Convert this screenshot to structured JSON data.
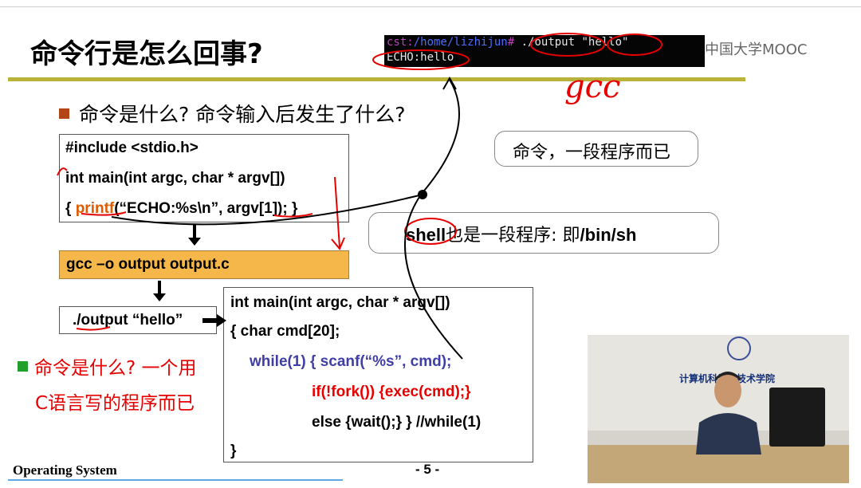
{
  "slide": {
    "title": "命令行是怎么回事?",
    "watermark": "中国大学MOOC",
    "footer": "Operating System",
    "page_number": "- 5 -"
  },
  "terminal": {
    "line1_prompt_a": "cst:",
    "line1_prompt_b": "/home/lizhijun",
    "line1_hash": "#",
    "line1_cmd": " ./output \"hello\"",
    "line2": "ECHO:hello"
  },
  "bullets": {
    "q1": "命令是什么? 命令输入后发生了什么?",
    "q2_line1": "命令是什么? 一个用",
    "q2_line2": "C语言写的程序而已"
  },
  "code": {
    "line1": "#include <stdio.h>",
    "line2": "int main(int argc, char * argv[])",
    "line3_a": "{  ",
    "line3_b": "printf",
    "line3_c": "(“ECHO:%s\\n”, argv[1]); }"
  },
  "compile": {
    "command": "gcc –o output output.c"
  },
  "run": {
    "command": "./output “hello”"
  },
  "shell_code": {
    "line1": "int main(int argc, char * argv[])",
    "line2": "{  char cmd[20];",
    "line3": "while(1)  { scanf(“%s”, cmd);",
    "line4": "if(!fork()) {exec(cmd);}",
    "line5": "else {wait();}  }  //while(1)",
    "line6": "}"
  },
  "callouts": {
    "c1": "命令，一段程序而已",
    "c2_a": "shell",
    "c2_b": "也是一段程序: 即",
    "c2_c": "/bin/sh"
  },
  "annotation": {
    "handwritten": "gcc"
  },
  "video": {
    "banner": "计算机科学与技术学院"
  },
  "colors": {
    "title_rule": "#b9b33a",
    "bullet_q1": "#b24418",
    "bullet_q2": "#1fa02a",
    "compile_box": "#f5b74a",
    "accent_red": "#e60000",
    "printf_orange": "#e05a00",
    "code_blue": "#3e3ea6"
  }
}
